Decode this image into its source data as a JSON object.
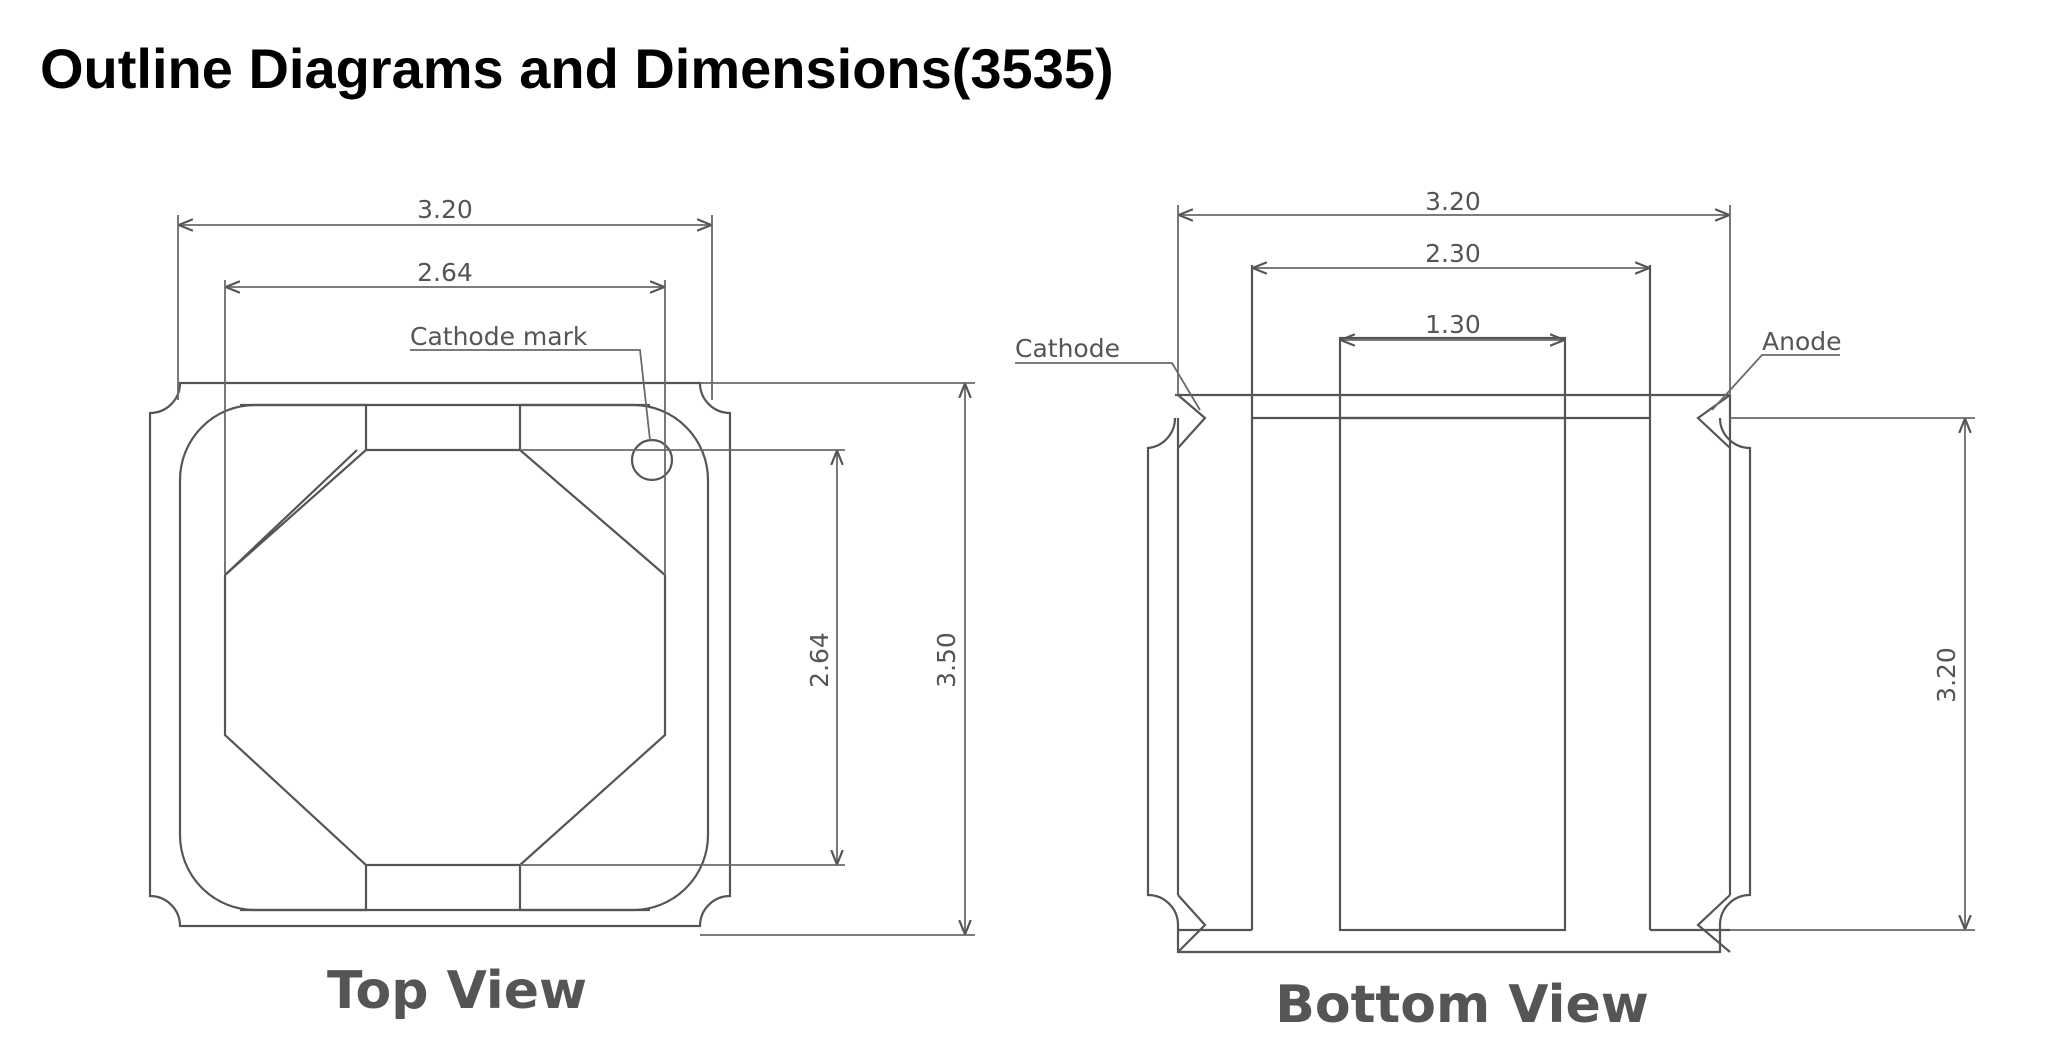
{
  "title": "Outline Diagrams and Dimensions(3535)",
  "top_view": {
    "caption": "Top View",
    "dim_width_outer": "3.20",
    "dim_width_inner": "2.64",
    "dim_height_inner": "2.64",
    "dim_height_outer": "3.50",
    "cathode_mark_label": "Cathode mark"
  },
  "bottom_view": {
    "caption": "Bottom View",
    "dim_width_outer": "3.20",
    "dim_width_mid": "2.30",
    "dim_width_pad": "1.30",
    "dim_height": "3.20",
    "cathode_label": "Cathode",
    "anode_label": "Anode"
  }
}
